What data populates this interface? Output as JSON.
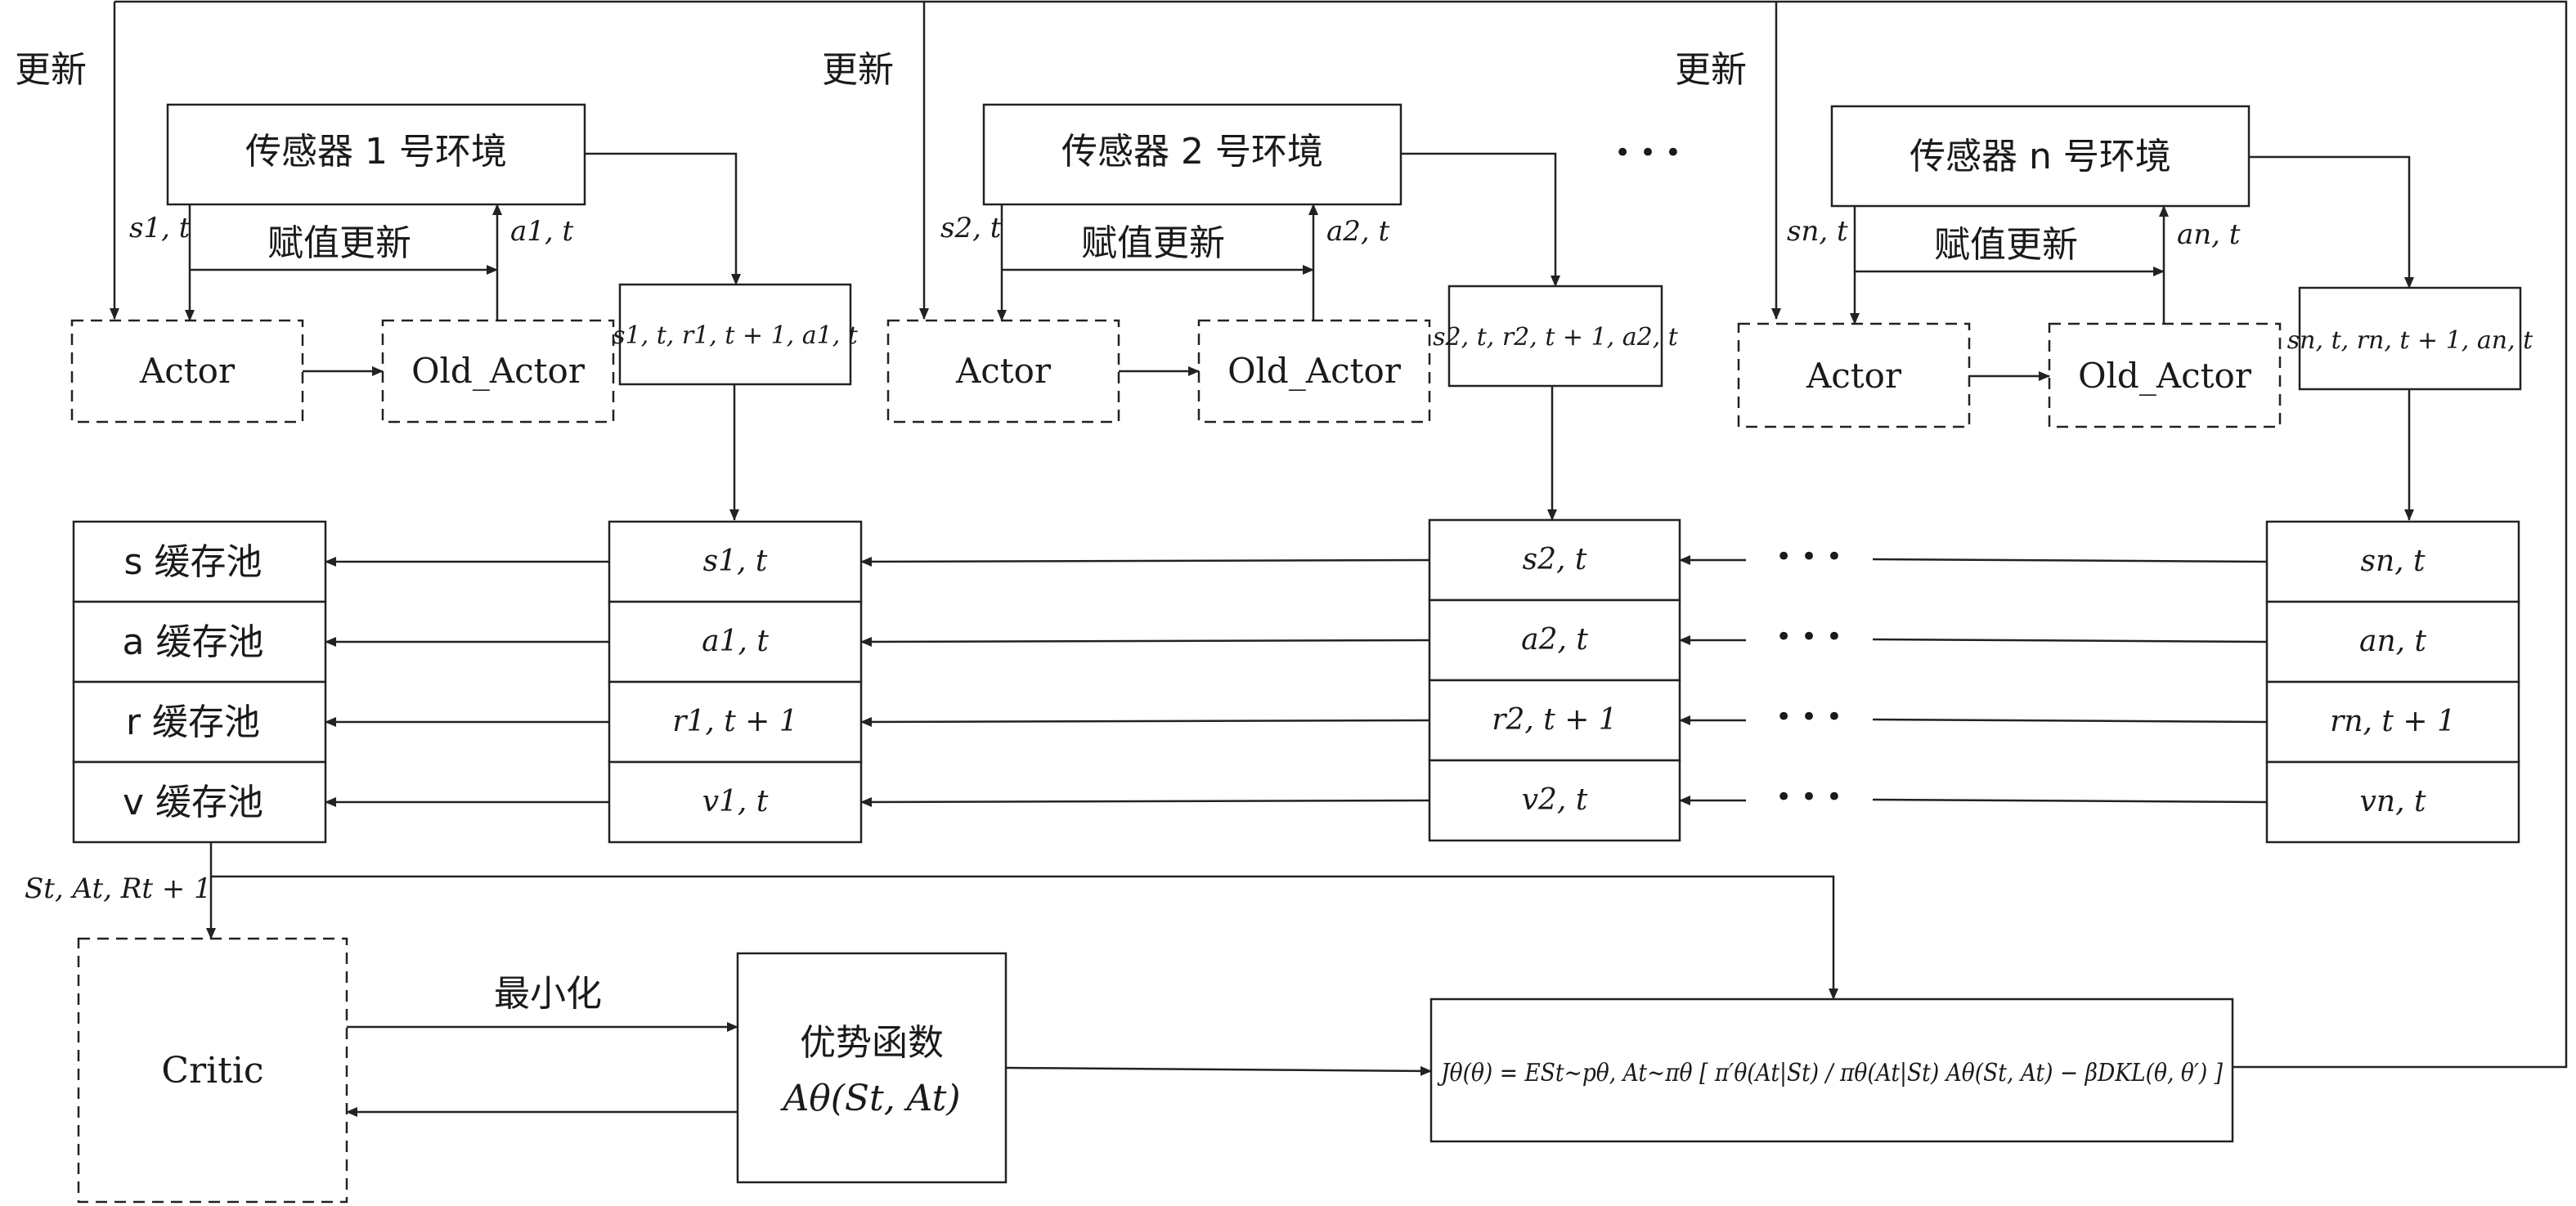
{
  "update_label": "更新",
  "assign_label": "赋值更新",
  "ellipsis": "• • •",
  "env_groups": [
    {
      "env_title": "传感器 1 号环境",
      "state": "s1, t",
      "action": "a1, t",
      "actor": "Actor",
      "old_actor": "Old_Actor",
      "tuple": "s1, t, r1, t + 1, a1, t"
    },
    {
      "env_title": "传感器 2 号环境",
      "state": "s2, t",
      "action": "a2, t",
      "actor": "Actor",
      "old_actor": "Old_Actor",
      "tuple": "s2, t, r2, t + 1, a2, t"
    },
    {
      "env_title": "传感器 n 号环境",
      "state": "sn, t",
      "action": "an, t",
      "actor": "Actor",
      "old_actor": "Old_Actor",
      "tuple": "sn, t, rn, t + 1, an, t"
    }
  ],
  "pools": [
    "s 缓存池",
    "a 缓存池",
    "r 缓存池",
    "v 缓存池"
  ],
  "stacks": [
    [
      "s1, t",
      "a1, t",
      "r1, t + 1",
      "v1, t"
    ],
    [
      "s2, t",
      "a2, t",
      "r2, t + 1",
      "v2, t"
    ],
    [
      "sn, t",
      "an, t",
      "rn, t + 1",
      "vn, t"
    ]
  ],
  "sample_label": "St, At, Rt + 1",
  "critic": "Critic",
  "minimize_label": "最小化",
  "advantage": {
    "title": "优势函数",
    "formula": "Aθ(St, At)"
  },
  "objective": "Jθ(θ) = ESt~pθ, At~πθ [ π′θ(At|St) / πθ(At|St) Aθ(St, At) − βDKL(θ, θ′) ]"
}
